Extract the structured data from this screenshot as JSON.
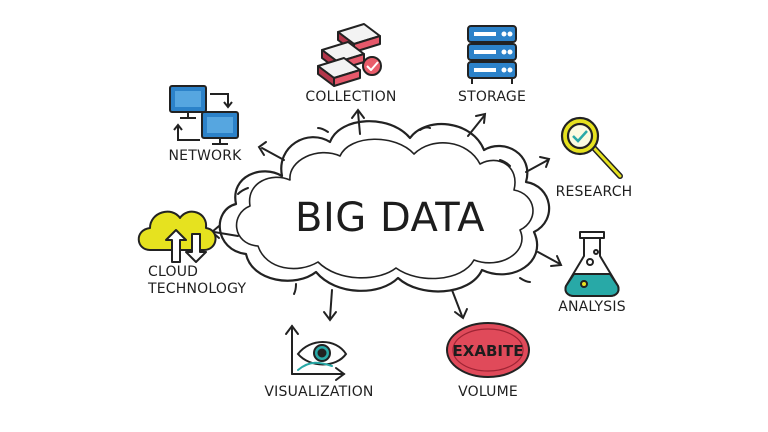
{
  "center": {
    "title": "BIG DATA"
  },
  "nodes": {
    "collection": {
      "label": "COLLECTION",
      "icon": "stacked-boxes-icon"
    },
    "storage": {
      "label": "STORAGE",
      "icon": "server-rack-icon"
    },
    "network": {
      "label": "NETWORK",
      "icon": "connected-computers-icon"
    },
    "research": {
      "label": "RESEARCH",
      "icon": "magnifying-glass-icon"
    },
    "cloud": {
      "label_line1": "CLOUD",
      "label_line2": "TECHNOLOGY",
      "icon": "cloud-transfer-icon"
    },
    "analysis": {
      "label": "ANALYSIS",
      "icon": "flask-icon"
    },
    "visualization": {
      "label": "VISUALIZATION",
      "icon": "eye-chart-icon"
    },
    "volume": {
      "label": "VOLUME",
      "icon": "exabyte-badge-icon",
      "badge_text": "EXABITE"
    }
  },
  "colors": {
    "stroke": "#222222",
    "accent_yellow": "#e6e21f",
    "accent_teal": "#28a9a7",
    "accent_blue": "#2c82c9",
    "accent_red": "#e04a5a",
    "accent_pink": "#e95c6a"
  }
}
